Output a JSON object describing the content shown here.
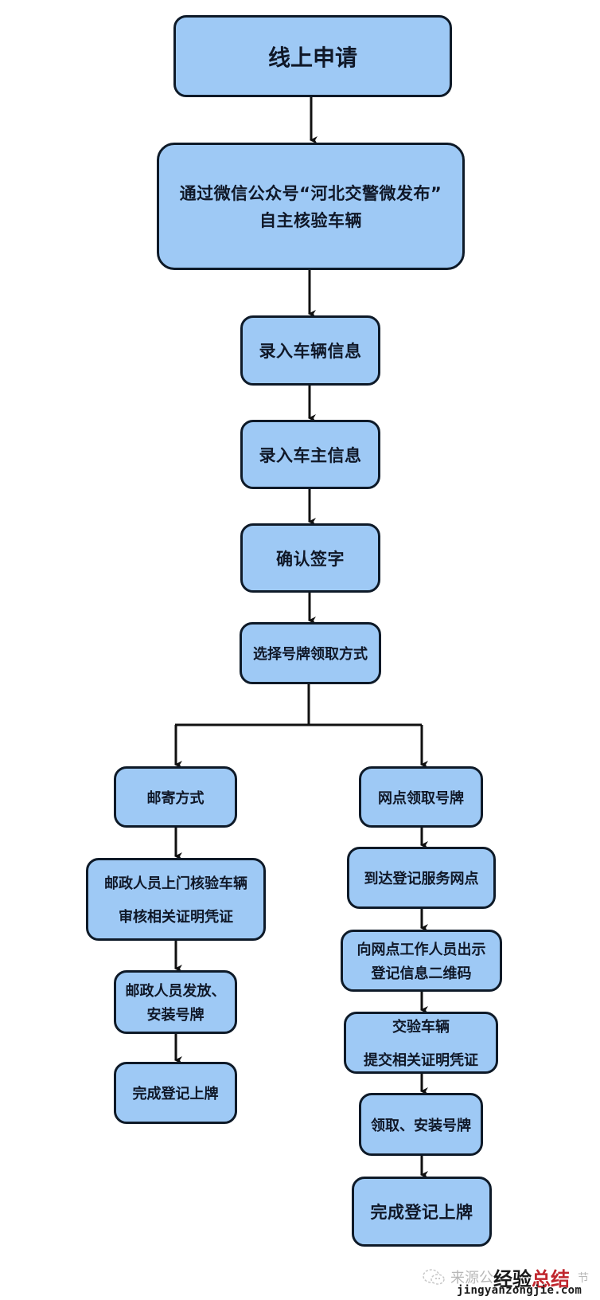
{
  "diagram": {
    "type": "flowchart",
    "colors": {
      "box_fill": "#9ec9f5",
      "box_border": "#0e1a28",
      "text": "#101828",
      "connector": "#111111"
    },
    "main_flow": [
      {
        "id": "online_apply",
        "lines": [
          "线上申请"
        ]
      },
      {
        "id": "self_verify",
        "lines": [
          "通过微信公众号“河北交警微发布”",
          "自主核验车辆"
        ]
      },
      {
        "id": "enter_vehicle_info",
        "lines": [
          "录入车辆信息"
        ]
      },
      {
        "id": "enter_owner_info",
        "lines": [
          "录入车主信息"
        ]
      },
      {
        "id": "confirm_sign",
        "lines": [
          "确认签字"
        ]
      },
      {
        "id": "choose_plate_method",
        "lines": [
          "选择号牌领取方式"
        ]
      }
    ],
    "branch_mail": [
      {
        "id": "mail_method",
        "lines": [
          "邮寄方式"
        ]
      },
      {
        "id": "postal_verify",
        "lines": [
          "邮政人员上门核验车辆",
          "审核相关证明凭证"
        ]
      },
      {
        "id": "postal_install",
        "lines": [
          "邮政人员发放、",
          "安装号牌"
        ]
      },
      {
        "id": "mail_complete",
        "lines": [
          "完成登记上牌"
        ]
      }
    ],
    "branch_outlet": [
      {
        "id": "outlet_pickup",
        "lines": [
          "网点领取号牌"
        ]
      },
      {
        "id": "arrive_outlet",
        "lines": [
          "到达登记服务网点"
        ]
      },
      {
        "id": "show_qr",
        "lines": [
          "向网点工作人员出示",
          "登记信息二维码"
        ]
      },
      {
        "id": "submit_vehicle",
        "lines": [
          "交验车辆",
          "提交相关证明凭证"
        ]
      },
      {
        "id": "pickup_install",
        "lines": [
          "领取、安装号牌"
        ]
      },
      {
        "id": "outlet_complete",
        "lines": [
          "完成登记上牌"
        ]
      }
    ]
  },
  "watermark": {
    "icon": "wechat-icon",
    "source_text": "来源公",
    "brand_dark": "经验",
    "brand_red": "总结",
    "tail_text": "节",
    "url": "jingyanzongjie.com"
  }
}
